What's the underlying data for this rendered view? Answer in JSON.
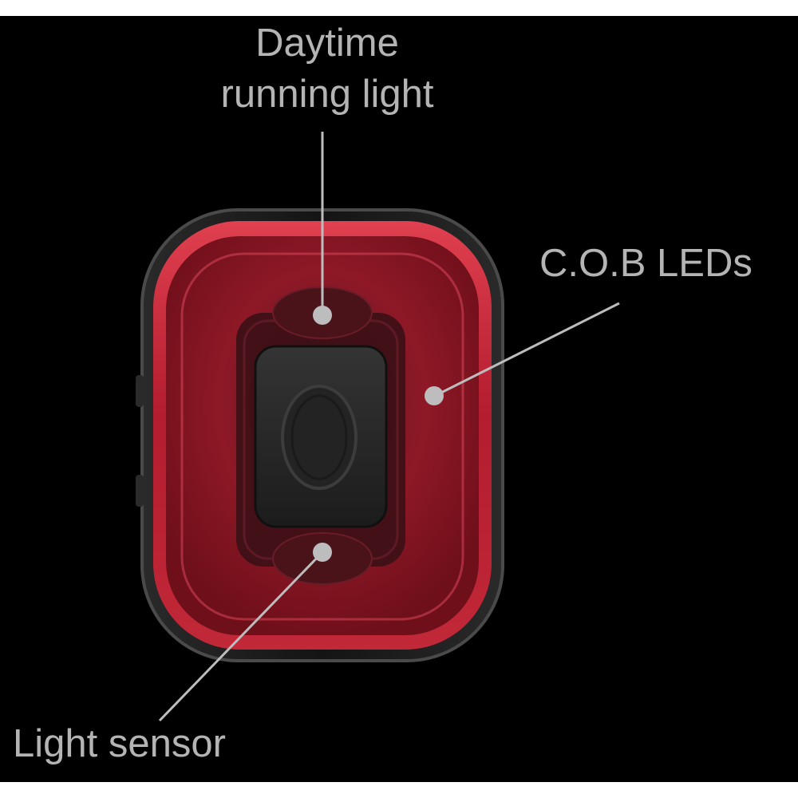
{
  "callouts": {
    "daytime_running_light": {
      "line1": "Daytime",
      "line2": "running light"
    },
    "cob_leds": "C.O.B LEDs",
    "light_sensor": "Light sensor"
  },
  "colors": {
    "background": "#000000",
    "label_text": "#b4b4b4",
    "leader_line": "#bdbdbd",
    "lens_red": "#a8182a",
    "housing": "#1e1e1e",
    "button": "#262626"
  }
}
